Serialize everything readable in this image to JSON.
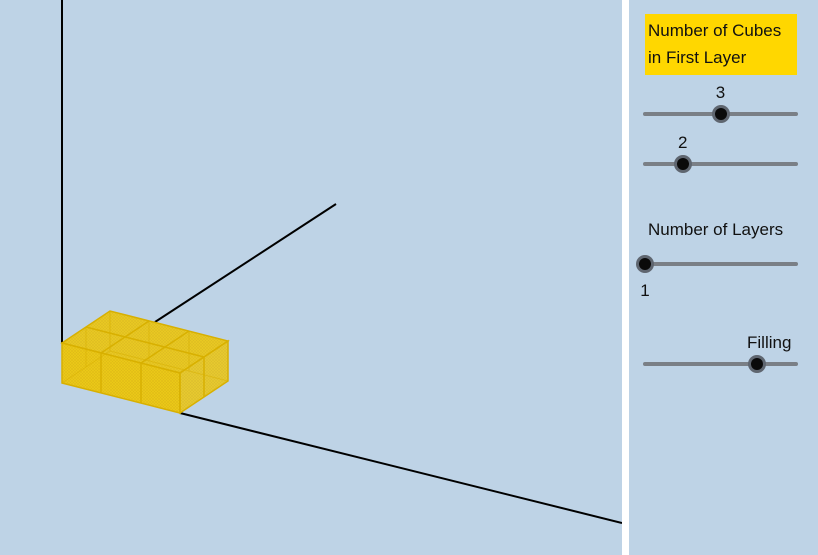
{
  "panel": {
    "first_layer_caption_line1": "Number of Cubes",
    "first_layer_caption_line2": "in First Layer",
    "slider_a_value": "3",
    "slider_b_value": "2",
    "layers_caption": "Number of Layers",
    "layers_value": "1",
    "filling_caption": "Filling"
  },
  "sliders": {
    "a": {
      "value": 3,
      "min": 1,
      "max": 5
    },
    "b": {
      "value": 2,
      "min": 1,
      "max": 5
    },
    "layers": {
      "value": 1,
      "min": 1,
      "max": 5
    },
    "filling": {
      "fraction": 0.74
    }
  },
  "colors": {
    "background": "#bed3e6",
    "cube_face": "#ffd700",
    "cube_edge": "#d4a900",
    "caption_highlight": "#ffd700"
  }
}
